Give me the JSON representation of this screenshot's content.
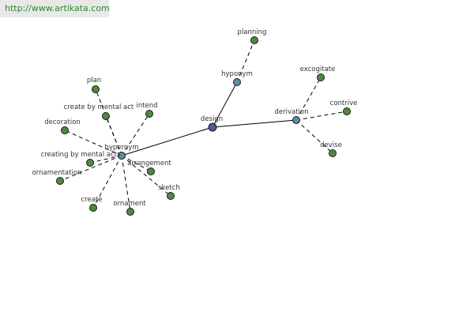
{
  "header": {
    "url": "http://www.artikata.com"
  },
  "graph": {
    "colors": {
      "center": "#4a5a9a",
      "relation": "#5a8ea0",
      "leaf": "#4e8a3e"
    },
    "nodes": [
      {
        "id": "design",
        "label": "design",
        "kind": "center"
      },
      {
        "id": "hyponym",
        "label": "hyponym",
        "kind": "relation"
      },
      {
        "id": "derivation",
        "label": "derivation",
        "kind": "relation"
      },
      {
        "id": "hypernym",
        "label": "hypernym",
        "kind": "relation"
      },
      {
        "id": "planning",
        "label": "planning",
        "kind": "leaf"
      },
      {
        "id": "excogitate",
        "label": "excogitate",
        "kind": "leaf"
      },
      {
        "id": "contrive",
        "label": "contrive",
        "kind": "leaf"
      },
      {
        "id": "devise",
        "label": "devise",
        "kind": "leaf"
      },
      {
        "id": "plan",
        "label": "plan",
        "kind": "leaf"
      },
      {
        "id": "create-by-mental-act",
        "label": "create by mental act",
        "kind": "leaf"
      },
      {
        "id": "intend",
        "label": "intend",
        "kind": "leaf"
      },
      {
        "id": "decoration",
        "label": "decoration",
        "kind": "leaf"
      },
      {
        "id": "creating-by-mental-acts",
        "label": "creating by mental acts",
        "kind": "leaf"
      },
      {
        "id": "ornamentation",
        "label": "ornamentation",
        "kind": "leaf"
      },
      {
        "id": "arrangement",
        "label": "arrangement",
        "kind": "leaf"
      },
      {
        "id": "sketch",
        "label": "sketch",
        "kind": "leaf"
      },
      {
        "id": "create",
        "label": "create",
        "kind": "leaf"
      },
      {
        "id": "ornament",
        "label": "ornament",
        "kind": "leaf"
      }
    ],
    "edges": [
      {
        "from": "design",
        "to": "hyponym",
        "style": "solid"
      },
      {
        "from": "design",
        "to": "derivation",
        "style": "solid"
      },
      {
        "from": "design",
        "to": "hypernym",
        "style": "solid"
      },
      {
        "from": "hyponym",
        "to": "planning",
        "style": "dashed"
      },
      {
        "from": "derivation",
        "to": "excogitate",
        "style": "dashed"
      },
      {
        "from": "derivation",
        "to": "contrive",
        "style": "dashed"
      },
      {
        "from": "derivation",
        "to": "devise",
        "style": "dashed"
      },
      {
        "from": "hypernym",
        "to": "plan",
        "style": "dashed"
      },
      {
        "from": "hypernym",
        "to": "create-by-mental-act",
        "style": "dashed"
      },
      {
        "from": "hypernym",
        "to": "intend",
        "style": "dashed"
      },
      {
        "from": "hypernym",
        "to": "decoration",
        "style": "dashed"
      },
      {
        "from": "hypernym",
        "to": "creating-by-mental-acts",
        "style": "dashed"
      },
      {
        "from": "hypernym",
        "to": "ornamentation",
        "style": "dashed"
      },
      {
        "from": "hypernym",
        "to": "arrangement",
        "style": "dashed"
      },
      {
        "from": "hypernym",
        "to": "sketch",
        "style": "dashed"
      },
      {
        "from": "hypernym",
        "to": "create",
        "style": "dashed"
      },
      {
        "from": "hypernym",
        "to": "ornament",
        "style": "dashed"
      }
    ]
  }
}
